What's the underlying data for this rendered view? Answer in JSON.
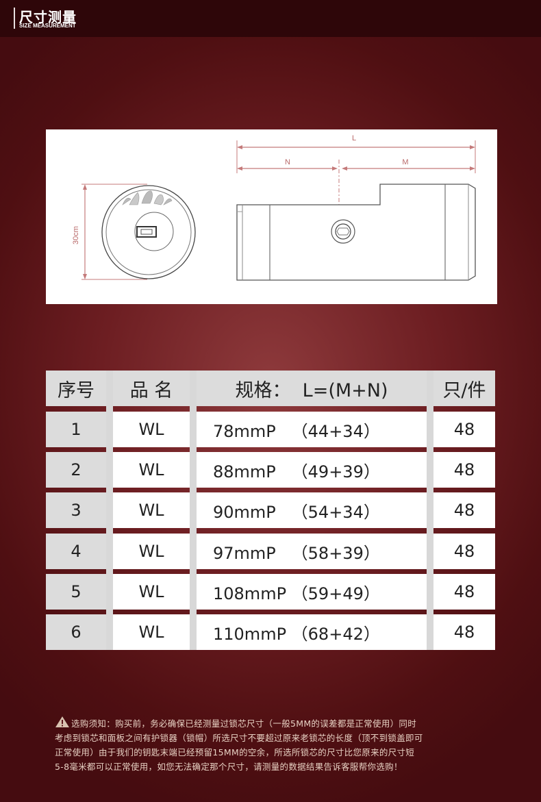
{
  "header": {
    "title": "尺寸测量",
    "subtitle": "SIZE MEASUREMENT"
  },
  "drawing": {
    "labels": {
      "L": "L",
      "N": "N",
      "M": "M",
      "height": "30cm"
    },
    "icons": [
      "lock-front-view-icon",
      "lock-side-view-icon"
    ]
  },
  "table": {
    "headers": [
      "序号",
      "品 名",
      "规格：  L=(M+N)",
      "只/件"
    ],
    "rows": [
      {
        "no": "1",
        "name": "WL",
        "spec": "78mmP   （44+34）",
        "qty": "48"
      },
      {
        "no": "2",
        "name": "WL",
        "spec": "88mmP   （49+39）",
        "qty": "48"
      },
      {
        "no": "3",
        "name": "WL",
        "spec": "90mmP   （54+34）",
        "qty": "48"
      },
      {
        "no": "4",
        "name": "WL",
        "spec": "97mmP   （58+39）",
        "qty": "48"
      },
      {
        "no": "5",
        "name": "WL",
        "spec": "108mmP （59+49）",
        "qty": "48"
      },
      {
        "no": "6",
        "name": "WL",
        "spec": "110mmP （68+42）",
        "qty": "48"
      }
    ]
  },
  "notice": {
    "icon": "warning-icon",
    "lines": [
      "选购须知：购买前，务必确保已经测量过锁芯尺寸（一般5MM的误差都是正常使用）同时",
      "考虑到锁芯和面板之间有护锁器（锁帽）所选尺寸不要超过原来老锁芯的长度（顶不到锁盖即可",
      "正常使用）由于我们的钥匙末端已经预留15MM的空余，所选所锁芯的尺寸比您原来的尺寸短",
      "5-8毫米都可以正常使用，如您无法确定那个尺寸，请测量的数据结果告诉客服帮你选购！"
    ]
  },
  "colors": {
    "background": "#6d1e22",
    "topbar": "#2e0609",
    "dimension": "#c47a7a"
  }
}
